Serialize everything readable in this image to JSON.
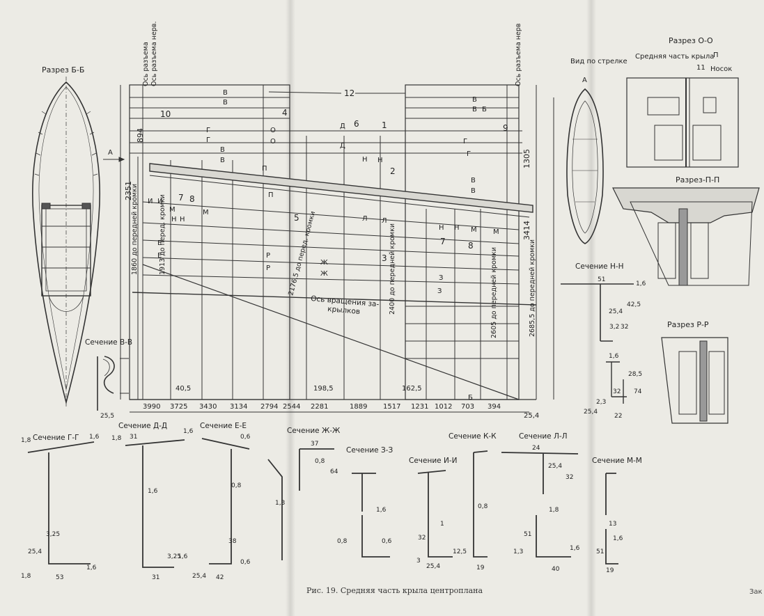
{
  "caption": "Рис. 19. Средняя часть крыла центроплана",
  "edge_text": "Зак",
  "views": {
    "razrez_bb": "Разрез Б-Б",
    "razrez_oo": "Разрез О-О",
    "razrez_pp": "Разрез-П-П",
    "razrez_rr": "Разрез Р-Р",
    "vid_a": "Вид по стрелке",
    "vid_a_letter": "A",
    "arrow_a": "A",
    "srednyaya_chast": "Средняя часть крыла",
    "nosok": "Носок",
    "oo_11": "11",
    "oo_p": "П"
  },
  "sections": {
    "vv": "Сечение В-В",
    "gg": "Сечение Г-Г",
    "dd": "Сечение Д-Д",
    "ee": "Сечение Е-Е",
    "zhzh": "Сечение Ж-Ж",
    "zz": "Сечение З-З",
    "ii": "Сечение И-И",
    "kk": "Сечение К-К",
    "ll": "Сечение Л-Л",
    "mm": "Сечение М-М",
    "nn": "Сечение Н-Н"
  },
  "main": {
    "axis_left_1": "Ось разъема",
    "axis_left_2": "Ось разъема нерв.",
    "axis_right": "Ось разъема нерв",
    "rotation_axis_1": "Ось вращения за-",
    "rotation_axis_2": "крылков",
    "dim_894": "894",
    "dim_2351": "2351",
    "dim_1860": "1860 до передней кромки",
    "dim_1913": "1913 до перед. кромки",
    "dim_2176": "2176,5 до перед. кромки",
    "dim_2400": "2400 до передней кромки",
    "dim_2605": "2605 до передней кромки",
    "dim_2685": "2685,5 до передней кромки",
    "dim_3414": "3414",
    "dim_1305": "1305",
    "dim_40_5": "40,5",
    "dim_198_5": "198,5",
    "dim_162_5": "162,5",
    "dim_25_4": "25,4",
    "part_nums": [
      "12",
      "10",
      "4",
      "6",
      "1",
      "9",
      "2",
      "3",
      "5",
      "7",
      "8",
      "7",
      "8"
    ],
    "bottom_dims": [
      "3990",
      "3725",
      "3430",
      "3134",
      "2794",
      "2544",
      "2281",
      "1889",
      "1517",
      "1231",
      "1012",
      "703",
      "394"
    ],
    "letter_b_top": "Б",
    "letter_b_bot": "Б"
  }
}
